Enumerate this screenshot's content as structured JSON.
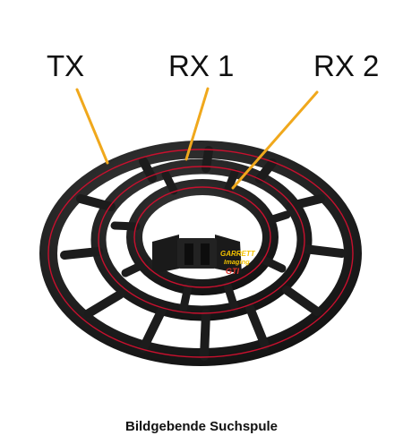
{
  "labels": {
    "tx": "TX",
    "rx1": "RX 1",
    "rx2": "RX 2"
  },
  "brand": {
    "name": "GARRETT",
    "sub": "Imaging",
    "model": "GTI"
  },
  "caption": "Bildgebende Suchspule",
  "colors": {
    "leader_line": "#f0a81c",
    "coil_body": "#1c1c1c",
    "coil_wire": "#c8102e",
    "brand_yellow": "#f2c200",
    "brand_red": "#e0312b"
  }
}
